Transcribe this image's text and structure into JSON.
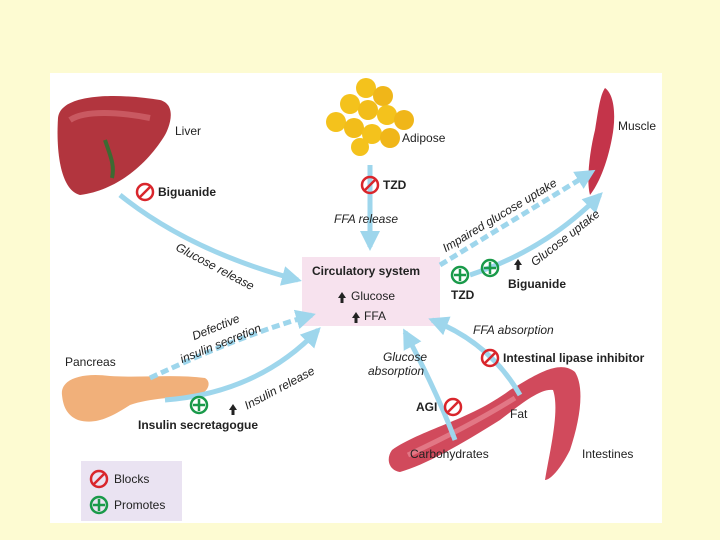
{
  "labels": {
    "liver": "Liver",
    "adipose": "Adipose",
    "muscle": "Muscle",
    "pancreas": "Pancreas",
    "intestines": "Intestines",
    "carbohydrates": "Carbohydrates",
    "fat": "Fat"
  },
  "circulatory": {
    "title": "Circulatory system",
    "glucose": "Glucose",
    "ffa": "FFA"
  },
  "drugs": {
    "biguanide_liver": "Biguanide",
    "tzd_adipose": "TZD",
    "tzd_muscle": "TZD",
    "biguanide_muscle": "Biguanide",
    "insulin_secretagogue": "Insulin secretagogue",
    "agi": "AGI",
    "lipase_inhibitor": "Intestinal lipase inhibitor"
  },
  "flows": {
    "glucose_release": "Glucose release",
    "ffa_release": "FFA release",
    "impaired_uptake": "Impaired glucose uptake",
    "glucose_uptake": "Glucose uptake",
    "defective_line1": "Defective",
    "defective_line2": "insulin secretion",
    "insulin_release": "Insulin release",
    "glucose_absorption_line1": "Glucose",
    "glucose_absorption_line2": "absorption",
    "ffa_absorption": "FFA absorption"
  },
  "legend": {
    "blocks": "Blocks",
    "promotes": "Promotes"
  },
  "colors": {
    "blocks": "#d9262c",
    "promotes": "#1a9a4a",
    "arrow": "#9ed6ec"
  }
}
